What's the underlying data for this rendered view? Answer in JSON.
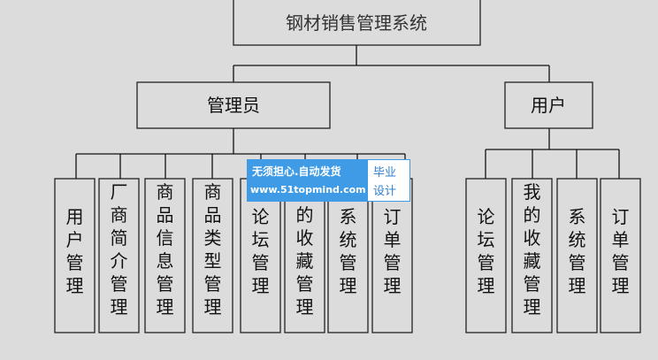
{
  "diagram": {
    "root": "钢材销售管理系统",
    "roles": [
      {
        "label": "管理员",
        "children": [
          "用户管理",
          "厂商简介管理",
          "商品信息管理",
          "商品类型管理",
          "论坛管理",
          "我的收藏管理",
          "系统管理",
          "订单管理"
        ]
      },
      {
        "label": "用户",
        "children": [
          "论坛管理",
          "我的收藏管理",
          "系统管理",
          "订单管理"
        ]
      }
    ]
  },
  "watermark": {
    "line1": "无须担心.自动发货",
    "line2": "www.51topmind.com",
    "line3": "毕业",
    "line4": "设计"
  }
}
